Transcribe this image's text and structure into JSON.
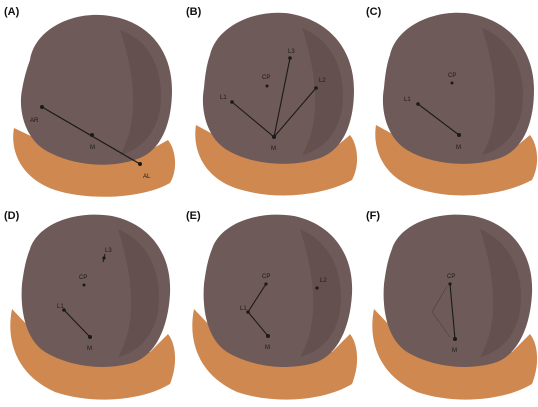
{
  "panels": [
    {
      "label": "(A)",
      "points": [
        {
          "id": "AR",
          "text": "AR"
        },
        {
          "id": "M",
          "text": "M"
        },
        {
          "id": "AL",
          "text": "AL"
        }
      ]
    },
    {
      "label": "(B)",
      "points": [
        {
          "id": "L3",
          "text": "L3"
        },
        {
          "id": "CP",
          "text": "CP"
        },
        {
          "id": "L1",
          "text": "L1"
        },
        {
          "id": "L2",
          "text": "L2"
        },
        {
          "id": "M",
          "text": "M"
        }
      ]
    },
    {
      "label": "(C)",
      "points": [
        {
          "id": "CP",
          "text": "CP"
        },
        {
          "id": "L1",
          "text": "L1"
        },
        {
          "id": "M",
          "text": "M"
        }
      ]
    },
    {
      "label": "(D)",
      "points": [
        {
          "id": "L3",
          "text": "L3"
        },
        {
          "id": "CP",
          "text": "CP"
        },
        {
          "id": "L1",
          "text": "L1"
        },
        {
          "id": "M",
          "text": "M"
        }
      ]
    },
    {
      "label": "(E)",
      "points": [
        {
          "id": "CP",
          "text": "CP"
        },
        {
          "id": "L2",
          "text": "L2"
        },
        {
          "id": "L1",
          "text": "L1"
        },
        {
          "id": "M",
          "text": "M"
        }
      ]
    },
    {
      "label": "(F)",
      "points": [
        {
          "id": "CP",
          "text": "CP"
        },
        {
          "id": "M",
          "text": "M"
        }
      ]
    }
  ],
  "colors": {
    "crown": "#6e5a58",
    "crown_shadow": "#5b4948",
    "gum": "#c9814a",
    "gum_light": "#dea06c",
    "line": "#1a1a1a"
  }
}
